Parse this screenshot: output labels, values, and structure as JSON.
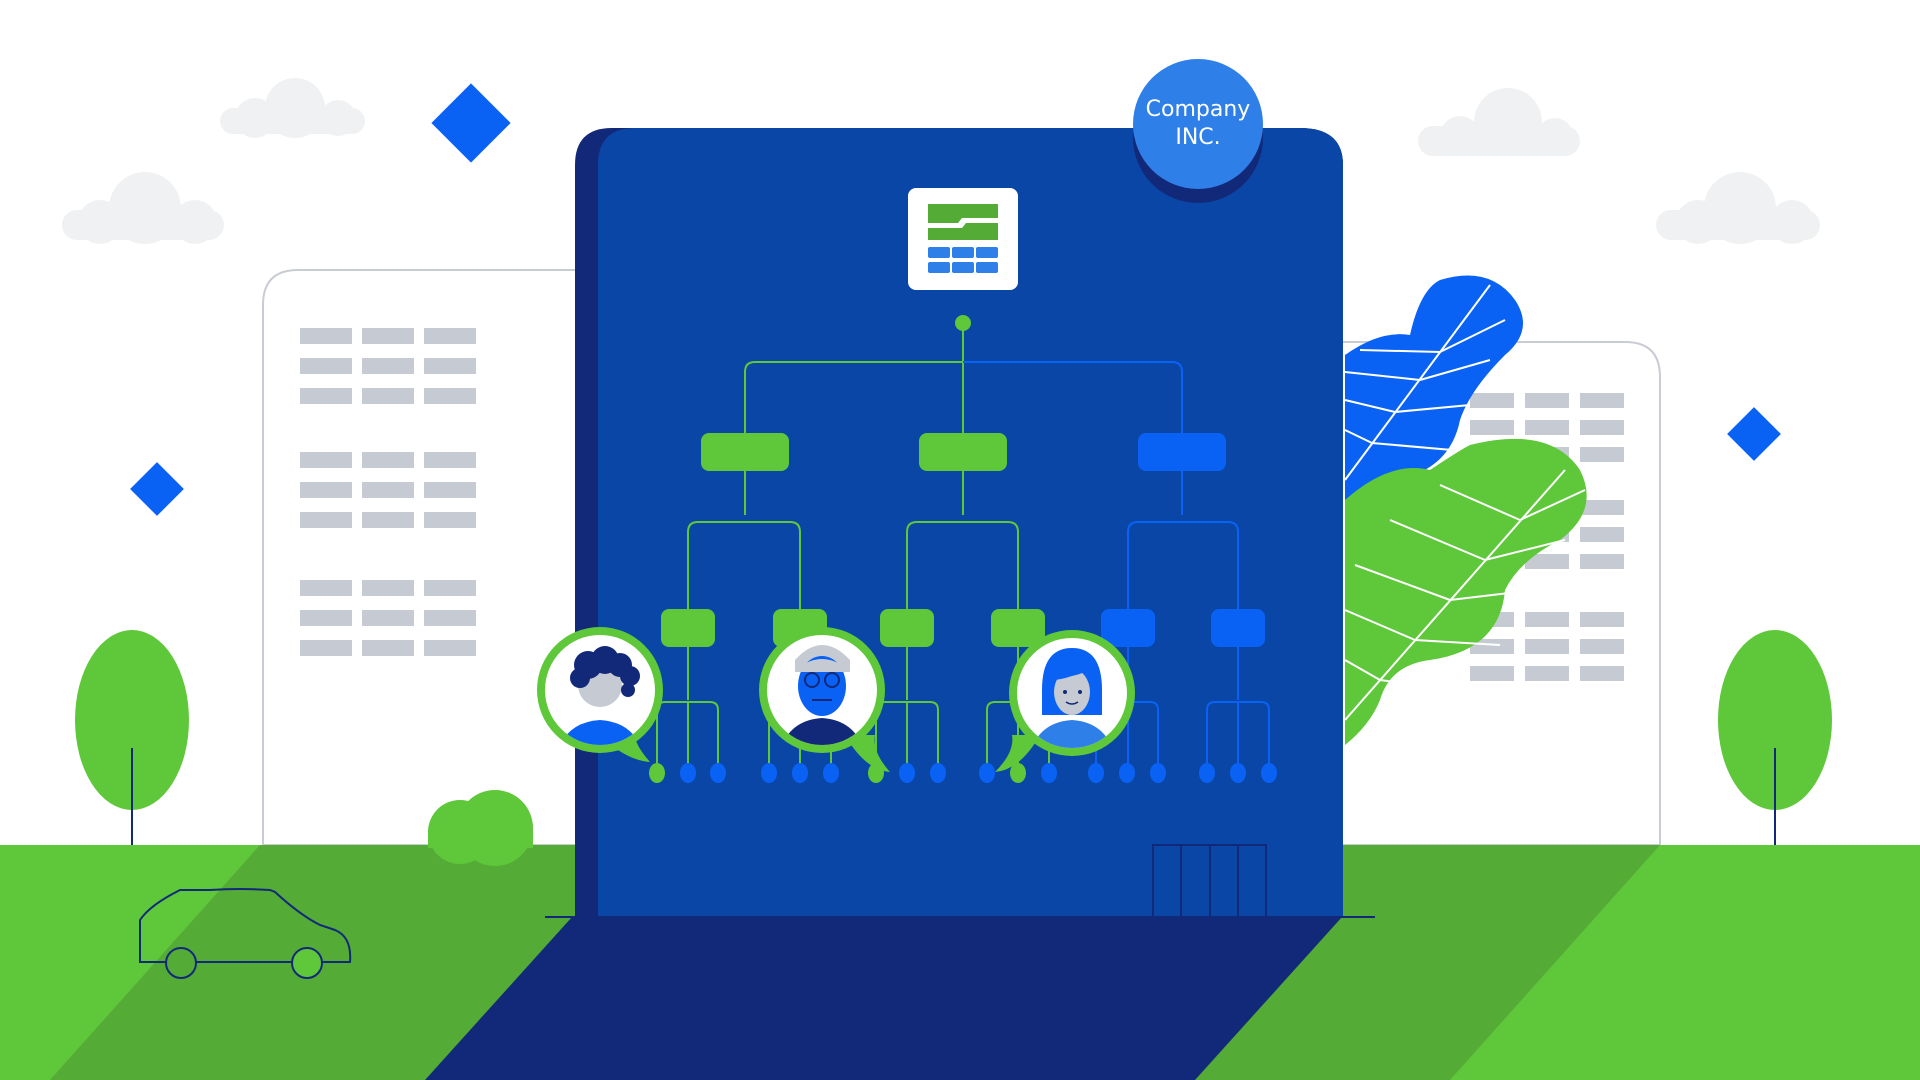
{
  "company_badge": {
    "line1": "Company",
    "line2": "INC."
  },
  "colors": {
    "navy": "#12297a",
    "board_blue": "#0a46a6",
    "bright_blue": "#0a62f5",
    "green": "#5fc73a",
    "dark_green": "#54ab36",
    "window_gray": "#c5cad3",
    "cloud_gray": "#f0f1f3"
  },
  "icons": [
    "spreadsheet-icon",
    "person-avatar-curly-hair",
    "person-avatar-glasses",
    "person-avatar-woman",
    "car-icon",
    "diamond-icon",
    "cloud-icon",
    "tree-icon",
    "leaf-icon"
  ]
}
